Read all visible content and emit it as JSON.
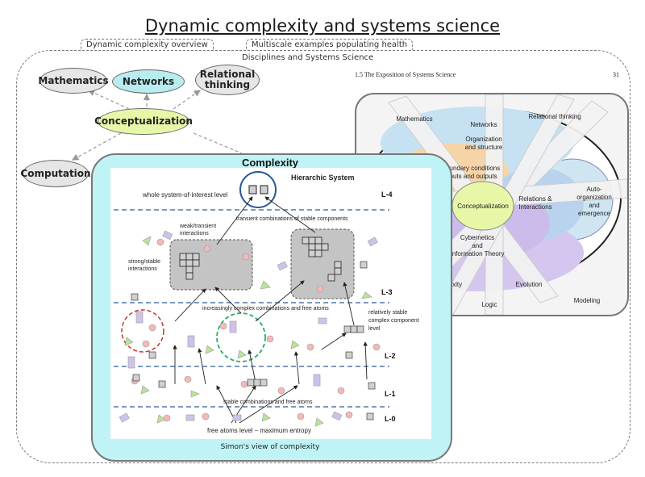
{
  "title": "Dynamic complexity and systems science",
  "tabs": {
    "overview": "Dynamic complexity overview",
    "examples": "Multiscale examples populating health"
  },
  "subtitle": "Disciplines and Systems Science",
  "concept_map": {
    "mathematics": "Mathematics",
    "networks": "Networks",
    "relational": "Relational thinking",
    "conceptualization": "Conceptualization",
    "computation": "Computation"
  },
  "book_page": {
    "section": "1.5   The Exposition of Systems Science",
    "page_number": "31",
    "labels": {
      "mathematics": "Mathematics",
      "relational": "Relational thinking",
      "networks": "Networks",
      "organization1": "Organization",
      "organization2": "and structure",
      "boundary1": "Boundary conditions",
      "boundary2": "inputs and outputs",
      "conceptualization": "Conceptualization",
      "relations1": "Relations &",
      "relations2": "Interactions",
      "auto1": "Auto-",
      "auto2": "organization",
      "auto3": "and",
      "auto4": "emergence",
      "cyber1": "Cybernetics",
      "cyber2": "and",
      "cyber3": "Information Theory",
      "complexity_partial": "lexity",
      "evolution": "Evolution",
      "logic": "Logic",
      "modeling": "Modeling"
    }
  },
  "complexity": {
    "title": "Complexity",
    "hierarchic": "Hierarchic System",
    "whole_level": "whole system-of-interest level",
    "transient": "transient combinations of stable components",
    "weak1": "weak/transient",
    "weak2": "interactions",
    "strong1": "strong/stable",
    "strong2": "interactions",
    "increasing": "increasingly complex combinations and free atoms",
    "rel1": "relatively stable",
    "rel2": "complex component",
    "rel3": "level",
    "stable_combos": "stable combinations and free atoms",
    "free_atoms": "free atoms level – maximum entropy",
    "levels": [
      "L-4",
      "L-3",
      "L-2",
      "L-1",
      "L-0"
    ]
  },
  "caption": "Simon's view of complexity",
  "colors": {
    "conceptualization": "#e6f7a8",
    "networks": "#b8ecef",
    "panel": "#bff3f5",
    "atom_pink": "#f5b8b8",
    "atom_green": "#b9e39a",
    "atom_purple": "#cfc2ea",
    "atom_gray": "#d0d0d0"
  }
}
